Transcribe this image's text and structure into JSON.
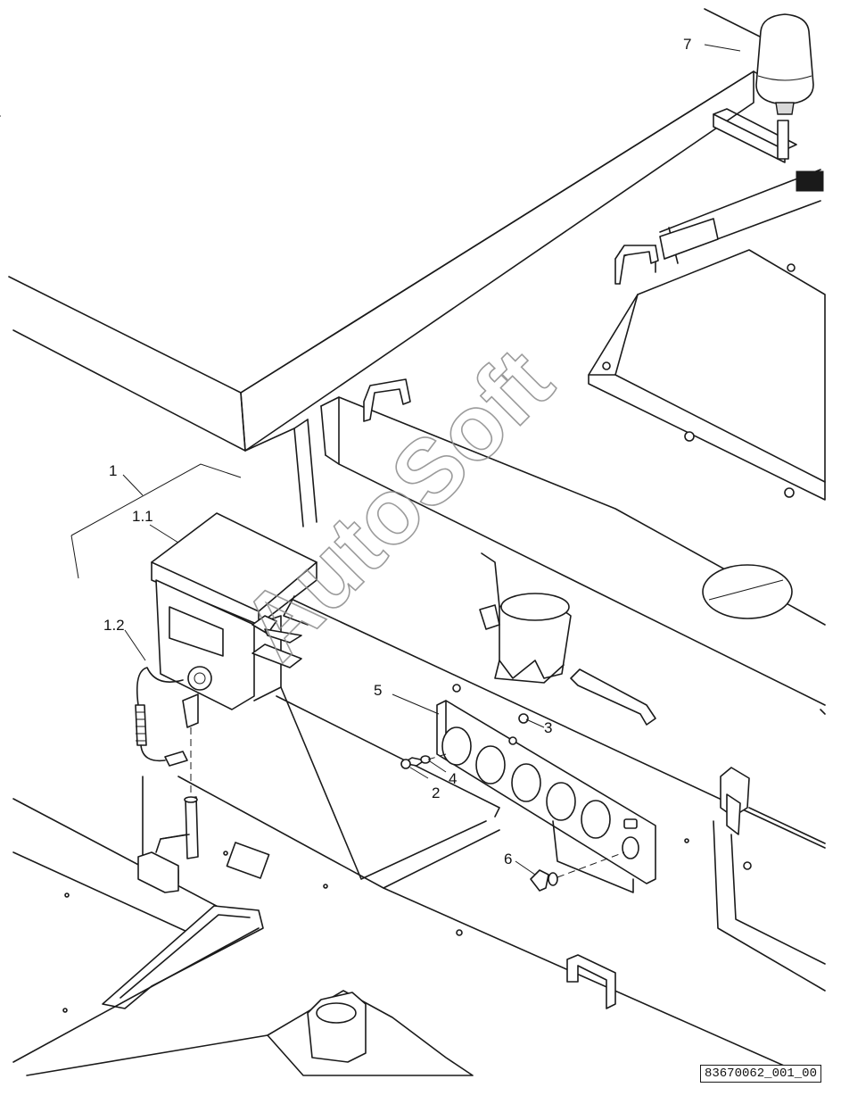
{
  "watermark": "AutoSoft",
  "reference_code": "83670062_001_00",
  "callouts": [
    {
      "id": "c1",
      "label": "1"
    },
    {
      "id": "c11",
      "label": "1.1"
    },
    {
      "id": "c12",
      "label": "1.2"
    },
    {
      "id": "c2",
      "label": "2"
    },
    {
      "id": "c3",
      "label": "3"
    },
    {
      "id": "c4",
      "label": "4"
    },
    {
      "id": "c5",
      "label": "5"
    },
    {
      "id": "c6",
      "label": "6"
    },
    {
      "id": "c7",
      "label": "7"
    }
  ],
  "colors": {
    "line": "#1a1a1a",
    "background": "#ffffff",
    "watermark": "#8a8a8a",
    "part_fill": "#d9d9d9"
  }
}
